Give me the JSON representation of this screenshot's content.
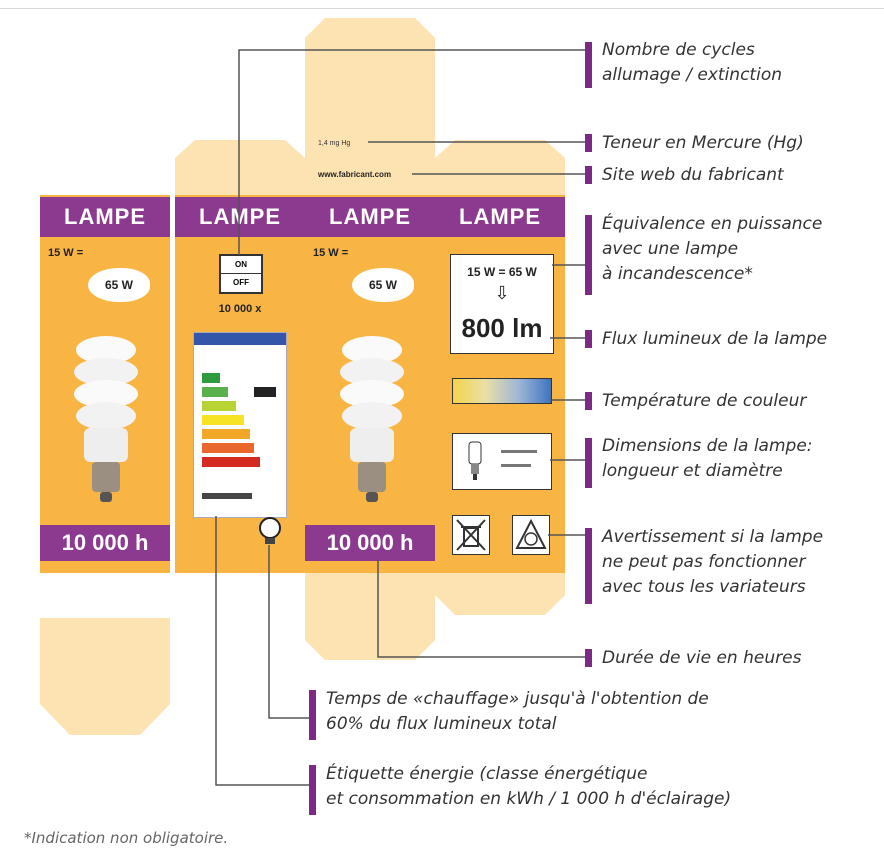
{
  "panels": {
    "lampe_label": "LAMPE",
    "hours_label": "10 000 h",
    "watt_label": "15 W =",
    "bubble_watts": "65 W",
    "onoff": {
      "on": "ON",
      "off": "OFF"
    },
    "cycles": "10 000 x",
    "mercury": "1,4 mg Hg",
    "website": "www.fabricant.com",
    "equivalence": "15 W = 65 W",
    "arrow": "⇩",
    "lumens": "800 lm"
  },
  "annotations": {
    "cycles": [
      "Nombre de cycles",
      "allumage / extinction"
    ],
    "mercury": "Teneur en Mercure (Hg)",
    "website": "Site web du fabricant",
    "equivalence": [
      "Équivalence en puissance",
      "avec une lampe",
      "à incandescence*"
    ],
    "flux": "Flux lumineux de la lampe",
    "temperature": "Température de couleur",
    "dimensions": [
      "Dimensions de la lampe:",
      "longueur et diamètre"
    ],
    "dimmer": [
      "Avertissement si la lampe",
      "ne peut pas fonctionner",
      "avec tous les variateurs"
    ],
    "lifetime": "Durée de vie en heures",
    "warmup": [
      "Temps de «chauffage» jusqu'à l'obtention de",
      "60% du flux lumineux total"
    ],
    "energy_label": [
      "Étiquette énergie (classe énergétique",
      "et consommation en kWh / 1 000 h d'éclairage)"
    ]
  },
  "footnote": "*Indication non obligatoire.",
  "colors": {
    "panel": "#f9b544",
    "flap": "#fde3b1",
    "band": "#8b3a8f",
    "tick": "#7d2a86"
  }
}
